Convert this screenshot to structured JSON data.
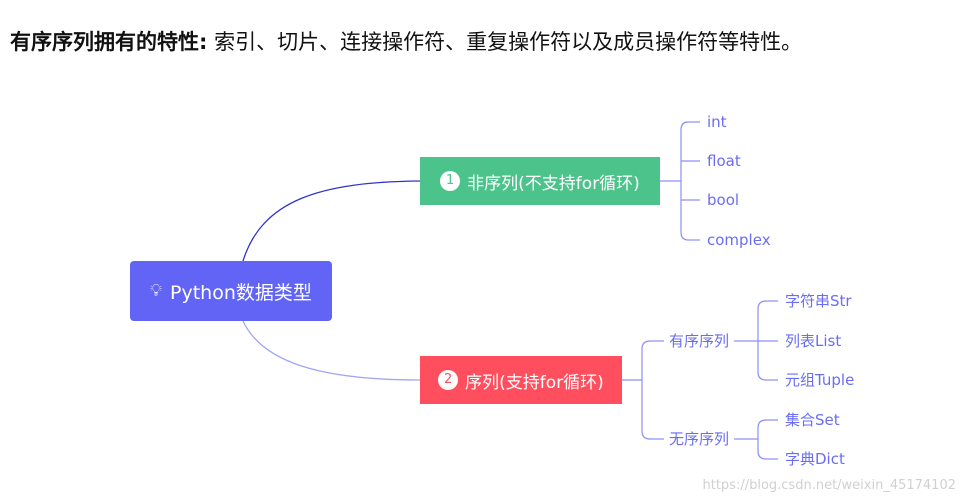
{
  "heading": {
    "bold": "有序序列拥有的特性:",
    "text": " 索引、切片、连接操作符、重复操作符以及成员操作符等特性。"
  },
  "mindmap": {
    "root": {
      "icon": "lightbulb-icon",
      "label": "Python数据类型"
    },
    "branch1": {
      "number": "1",
      "label": "非序列(不支持for循环)",
      "items": [
        "int",
        "float",
        "bool",
        "complex"
      ]
    },
    "branch2": {
      "number": "2",
      "label": "序列(支持for循环)",
      "ordered": {
        "label": "有序序列",
        "items": [
          "字符串Str",
          "列表List",
          "元组Tuple"
        ]
      },
      "unordered": {
        "label": "无序序列",
        "items": [
          "集合Set",
          "字典Dict"
        ]
      }
    }
  },
  "watermark": "https://blog.csdn.net/weixin_45174102",
  "colors": {
    "root": "#6164f5",
    "branch1": "#4cc38a",
    "branch2": "#ff4f5e",
    "leaf_text": "#6a6df2"
  }
}
